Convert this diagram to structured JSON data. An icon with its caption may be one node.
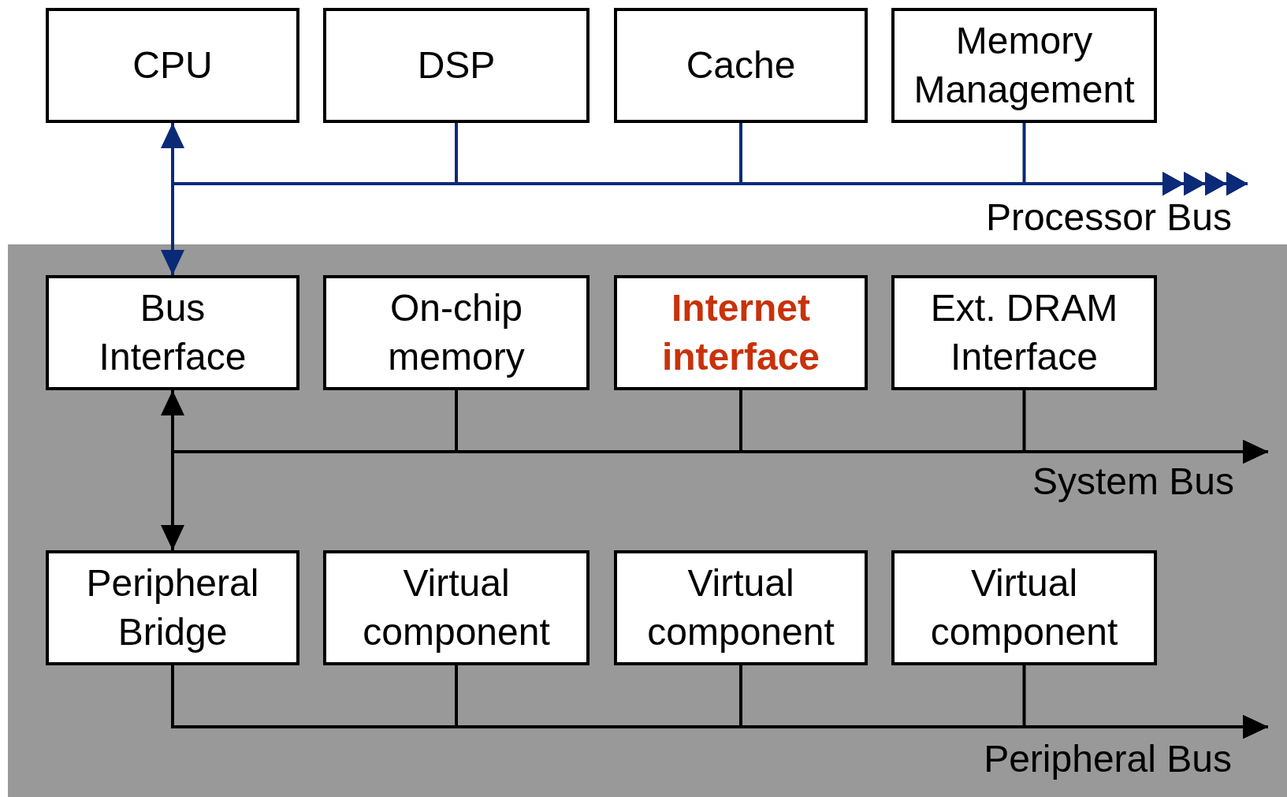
{
  "diagram": {
    "nodes": [
      {
        "text": [
          "CPU"
        ]
      },
      {
        "text": [
          "DSP"
        ]
      },
      {
        "text": [
          "Cache"
        ]
      },
      {
        "text": [
          "Memory Management"
        ]
      },
      {
        "text": [
          "Bus Interface"
        ]
      },
      {
        "text": [
          "On-chip memory"
        ]
      },
      {
        "text": [
          "Internet interface"
        ]
      },
      {
        "text": [
          "Ext. DRAM Interface"
        ]
      },
      {
        "text": [
          "Peripheral Bridge"
        ]
      },
      {
        "text": [
          "Virtual component"
        ]
      },
      {
        "text": [
          "Virtual component"
        ]
      },
      {
        "text": [
          "Virtual component"
        ]
      }
    ],
    "edges": [
      {
        "from": 0,
        "to": 4,
        "arrow": "both",
        "color": "#0a2a78"
      },
      {
        "from": 0,
        "to": null,
        "arrow": "to",
        "color": "#0a2a78"
      },
      {
        "from": 1,
        "to": null,
        "arrow": "to",
        "color": "#0a2a78"
      },
      {
        "from": 2,
        "to": null,
        "arrow": "to",
        "color": "#0a2a78"
      },
      {
        "from": 3,
        "to": null,
        "arrow": "to",
        "color": "#0a2a78"
      },
      {
        "from": 4,
        "to": 8,
        "arrow": "both"
      },
      {
        "from": 4,
        "to": null,
        "arrow": "to"
      },
      {
        "from": 5,
        "to": null,
        "arrow": "to"
      },
      {
        "from": 6,
        "to": null,
        "arrow": "to"
      },
      {
        "from": 7,
        "to": null,
        "arrow": "to"
      },
      {
        "from": 8,
        "to": null,
        "arrow": "to"
      },
      {
        "from": 9,
        "to": null,
        "arrow": "to"
      },
      {
        "from": 10,
        "to": null,
        "arrow": "to"
      },
      {
        "from": 11,
        "to": null,
        "arrow": "to"
      }
    ],
    "labels": [
      "Processor Bus",
      "System Bus",
      "Peripheral Bus"
    ]
  }
}
